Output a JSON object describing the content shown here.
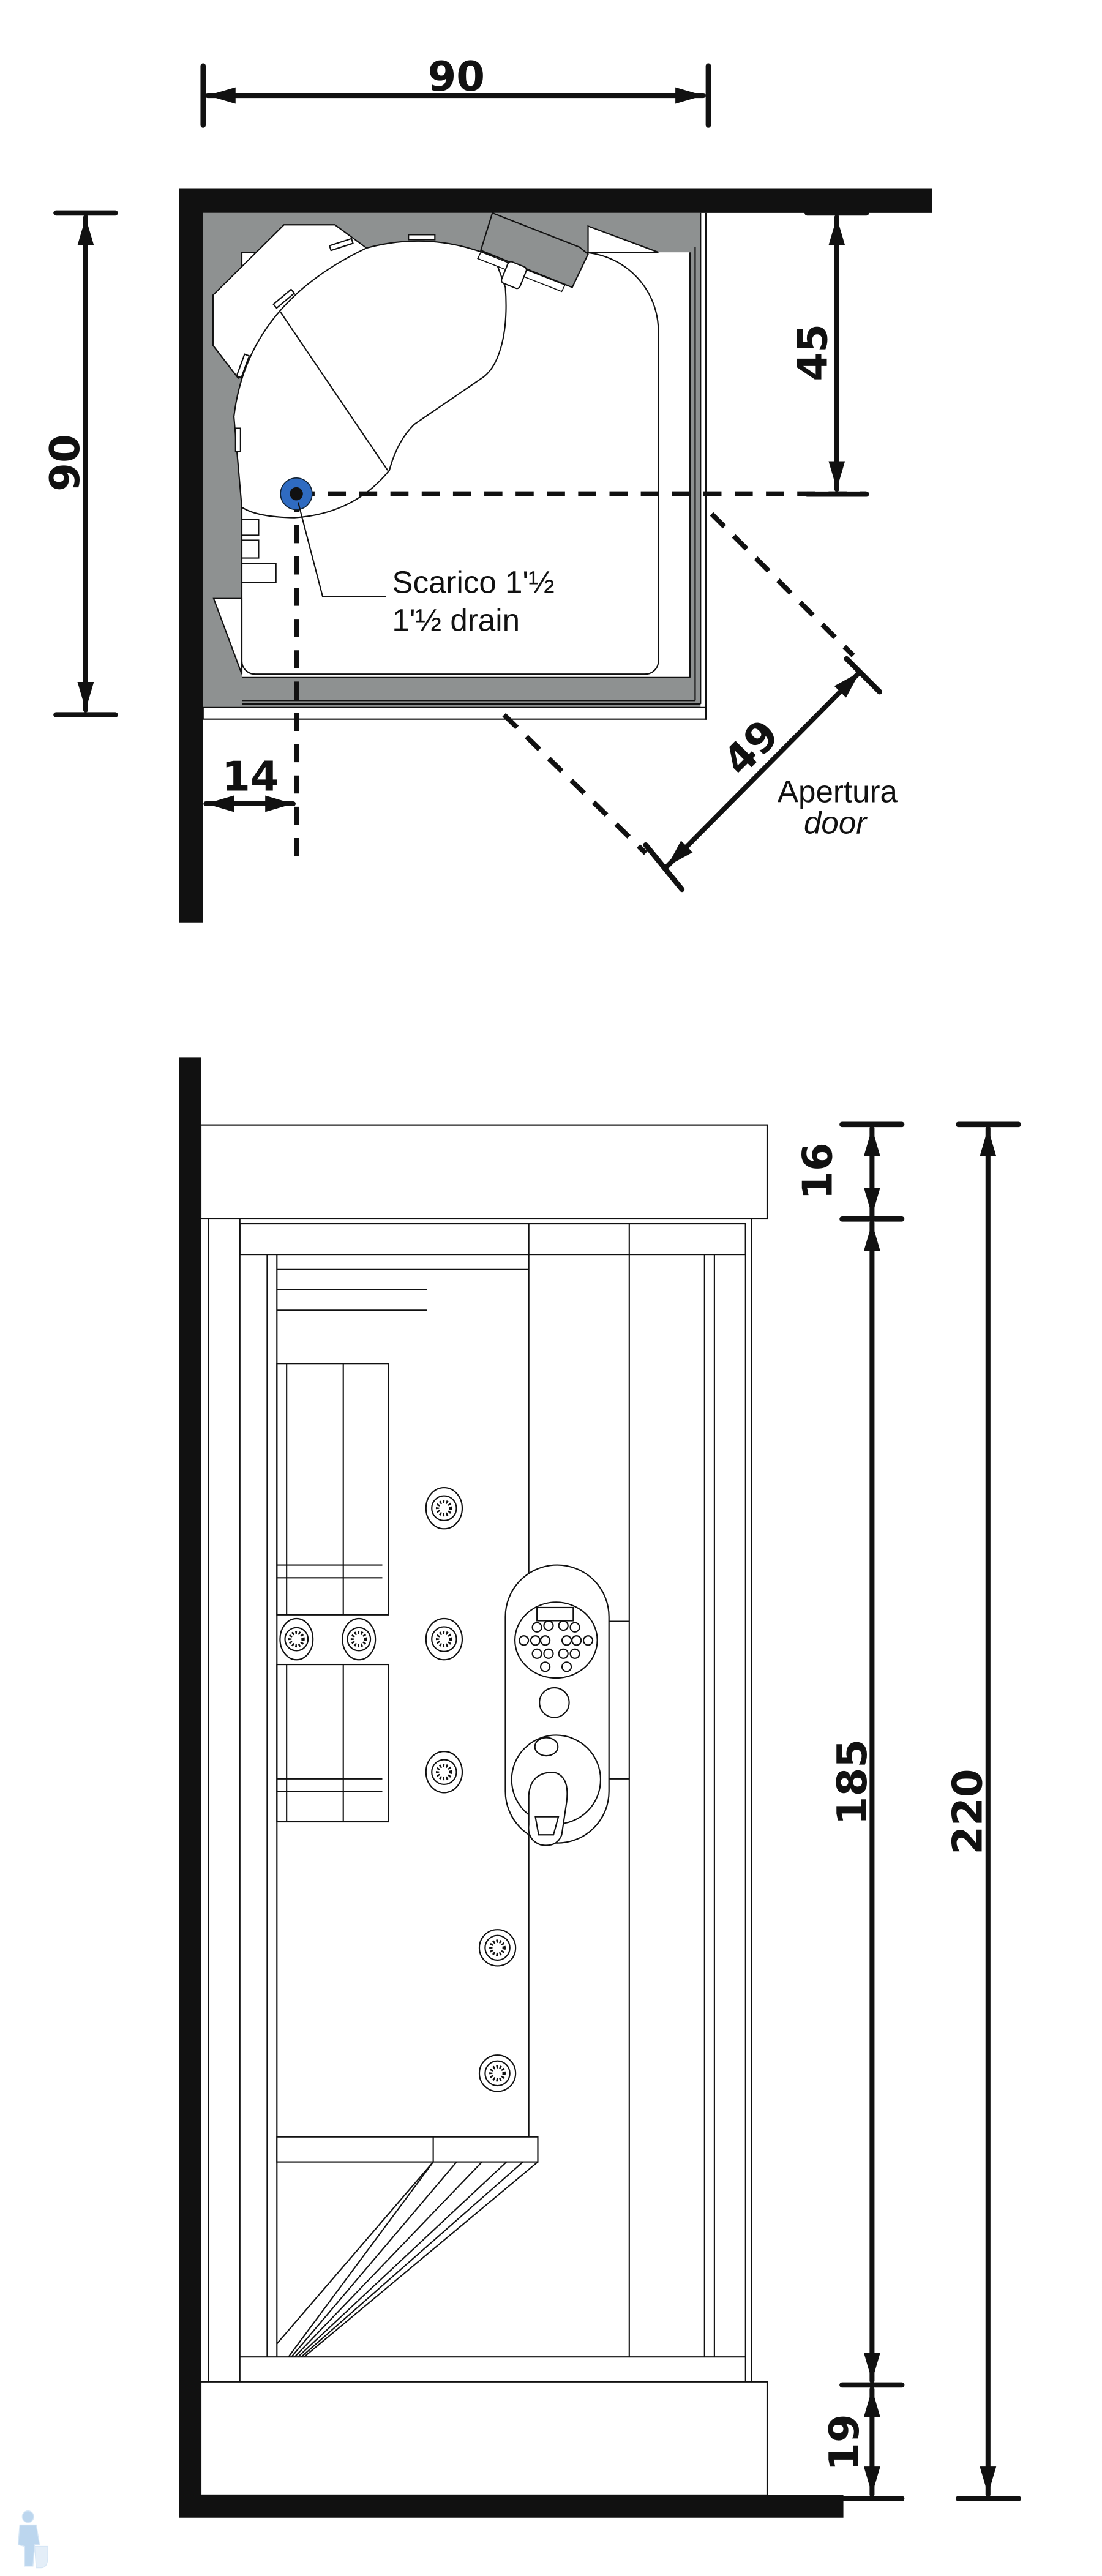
{
  "colors": {
    "wall": "#111111",
    "tray_gray": "#8e9191",
    "drain_blue": "#2f6bc1",
    "watermark": "#bcd6ee"
  },
  "plan_view": {
    "dimensions": {
      "width": "90",
      "depth": "90",
      "drain_from_back": "45",
      "drain_from_side": "14",
      "door_opening": "49"
    },
    "drain_label": {
      "line1": "Scarico 1'½",
      "line2": "1'½ drain"
    },
    "door_label": {
      "line1": "Apertura",
      "line2": "door"
    }
  },
  "elevation_view": {
    "dimensions": {
      "canopy": "16",
      "cabin": "185",
      "tray": "19",
      "total_height": "220"
    }
  }
}
